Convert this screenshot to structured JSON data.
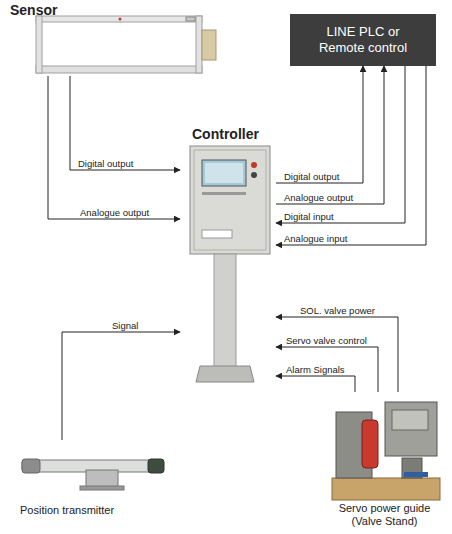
{
  "diagram": {
    "nodes": [
      {
        "text": [
          "Sensor"
        ]
      },
      {
        "text": [
          "LINE PLC or Remote control"
        ]
      },
      {
        "text": [
          "Controller"
        ]
      },
      {
        "text": [
          "Position transmitter"
        ]
      },
      {
        "text": [
          "Servo power guide (Valve Stand)"
        ]
      }
    ],
    "edges": [
      {
        "from": 0,
        "to": 2,
        "label": "Digital output",
        "arrow": "to"
      },
      {
        "from": 0,
        "to": 2,
        "label": "Analogue output",
        "arrow": "to"
      },
      {
        "from": 2,
        "to": 1,
        "label": "Digital output",
        "arrow": "to"
      },
      {
        "from": 2,
        "to": 1,
        "label": "Analogue output",
        "arrow": "to"
      },
      {
        "from": 1,
        "to": 2,
        "label": "Digital input",
        "arrow": "to"
      },
      {
        "from": 1,
        "to": 2,
        "label": "Analogue input",
        "arrow": "to"
      },
      {
        "from": 3,
        "to": 2,
        "label": "Signal",
        "arrow": "to"
      },
      {
        "from": 4,
        "to": 2,
        "label": "SOL. valve power",
        "arrow": "to"
      },
      {
        "from": 4,
        "to": 2,
        "label": "Servo valve control",
        "arrow": "to"
      },
      {
        "from": 4,
        "to": 2,
        "label": "Alarm Signals",
        "arrow": "to"
      }
    ]
  }
}
